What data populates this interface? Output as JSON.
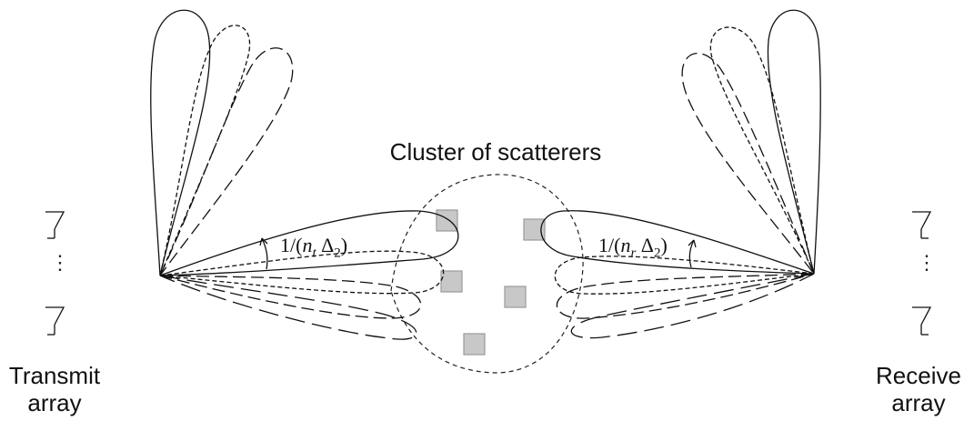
{
  "cluster_label": "Cluster of scatterers",
  "transmit": {
    "label_line1": "Transmit",
    "label_line2": "array",
    "spacing_var": "n",
    "spacing_sub": "t"
  },
  "receive": {
    "label_line1": "Receive",
    "label_line2": "array",
    "spacing_var": "n",
    "spacing_sub": "r"
  },
  "angle_label": {
    "prefix": "1/(",
    "delta": "Δ",
    "delta_sub": "2",
    "suffix": ")"
  },
  "dots": "⋮",
  "scatterer_count": 5,
  "scatterer_color": "#c8c8c8"
}
